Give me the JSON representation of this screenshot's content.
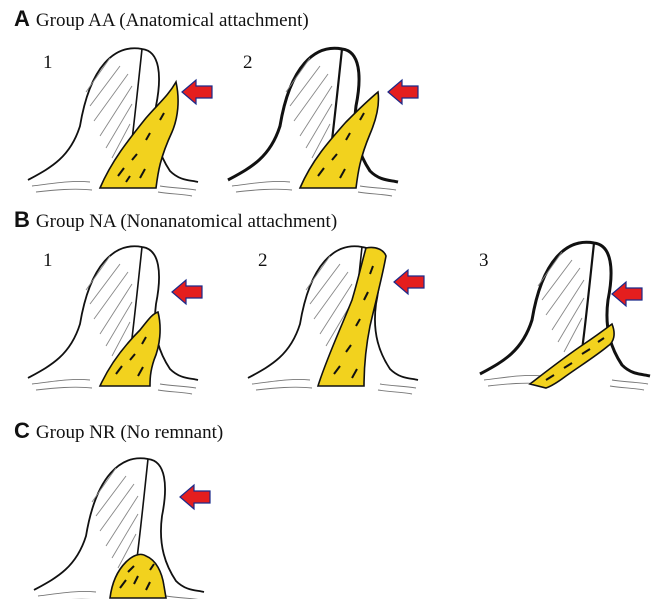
{
  "sections": [
    {
      "letter": "A",
      "title": "Group AA (Anatomical attachment)",
      "panels": [
        "1",
        "2"
      ]
    },
    {
      "letter": "B",
      "title": "Group NA (Nonanatomical attachment)",
      "panels": [
        "1",
        "2",
        "3"
      ]
    },
    {
      "letter": "C",
      "title": "Group NR (No remnant)",
      "panels": []
    }
  ],
  "colors": {
    "remnant": "#f2d21e",
    "arrow": "#e41e1e",
    "outline": "#111111"
  }
}
